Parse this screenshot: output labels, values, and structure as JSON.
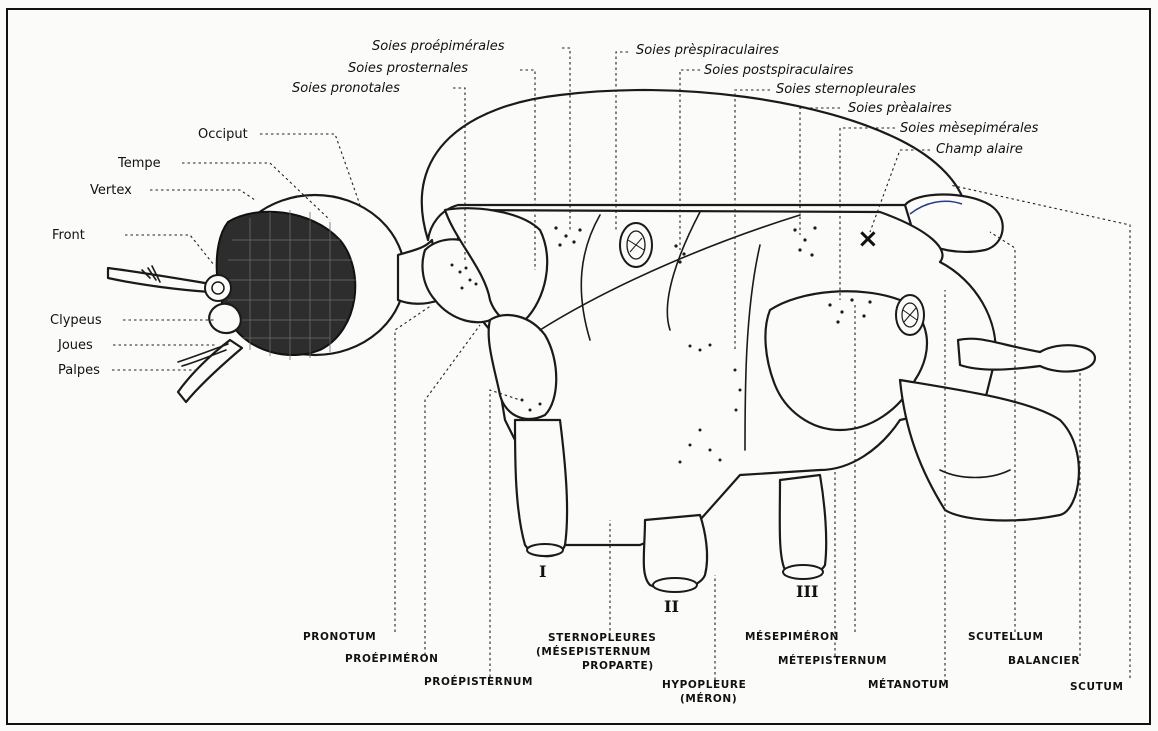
{
  "labels_top": {
    "soies_proepimerales": "Soies proépimérales",
    "soies_prosternales": "Soies prosternales",
    "soies_pronotales": "Soies pronotales",
    "soies_prespiraculaires": "Soies prèspiraculaires",
    "soies_postspiraculaires": "Soies postspiraculaires",
    "soies_sternopleurales": "Soies sternopleurales",
    "soies_prealaires": "Soies prèalaires",
    "soies_mesepimerales": "Soies mèsepimérales",
    "champ_alaire": "Champ alaire"
  },
  "labels_left": {
    "occiput": "Occiput",
    "tempe": "Tempe",
    "vertex": "Vertex",
    "front": "Front",
    "clypeus": "Clypeus",
    "joues": "Joues",
    "palpes": "Palpes"
  },
  "labels_bottom": {
    "pronotum": "PRONOTUM",
    "proepimeron": "PROÉPIMÉRON",
    "proepisternum": "PROÉPISTERNUM",
    "sternopleures_1": "STERNOPLEURES",
    "sternopleures_2": "(MÉSEPISTERNUM",
    "sternopleures_3": "PROPARTE)",
    "hypopleure_1": "HYPOPLEURE",
    "hypopleure_2": "(MÉRON)",
    "mesepimeron": "MÉSEPIMÉRON",
    "metepisternum": "MÉTEPISTERNUM",
    "metanotum": "MÉTANOTUM",
    "scutellum": "SCUTELLUM",
    "balancier": "BALANCIER",
    "scutum": "SCUTUM"
  },
  "leg_numerals": {
    "leg_1": "I",
    "leg_2": "II",
    "leg_3": "III"
  },
  "marks": {
    "wing_field_mark": "×"
  },
  "colors": {
    "ink": "#1a1a1a",
    "paper": "#fbfbf9",
    "wing_trace": "#2a3b88"
  }
}
